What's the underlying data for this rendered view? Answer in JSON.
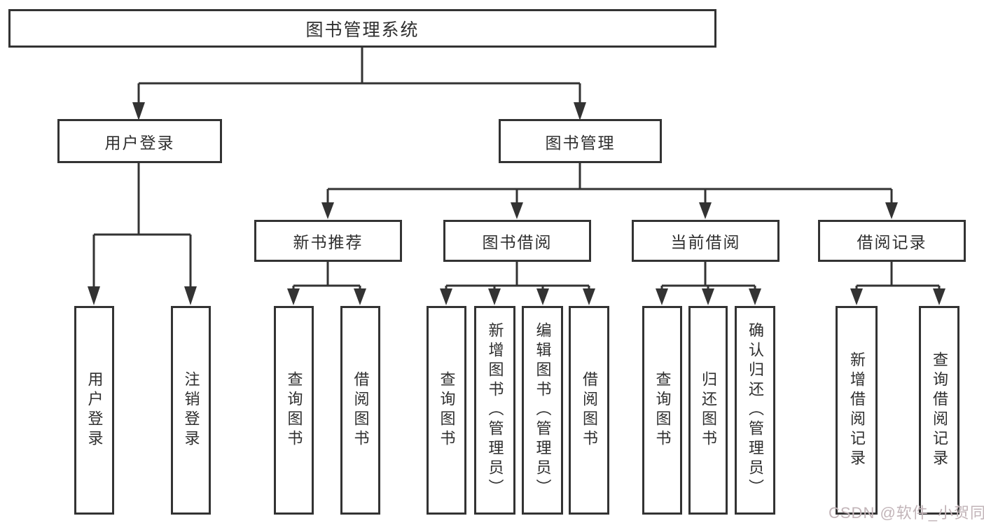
{
  "diagram": {
    "title": "图书管理系统",
    "level2": [
      {
        "label": "用户登录",
        "children": [
          "用户登录",
          "注销登录"
        ]
      },
      {
        "label": "图书管理",
        "groups": [
          {
            "label": "新书推荐",
            "children": [
              "查询图书",
              "借阅图书"
            ]
          },
          {
            "label": "图书借阅",
            "children": [
              "查询图书",
              "新增图书（管理员）",
              "编辑图书（管理员）",
              "借阅图书"
            ]
          },
          {
            "label": "当前借阅",
            "children": [
              "查询图书",
              "归还图书",
              "确认归还（管理员）"
            ]
          },
          {
            "label": "借阅记录",
            "children": [
              "新增借阅记录",
              "查询借阅记录"
            ]
          }
        ]
      }
    ]
  },
  "watermark": {
    "text": "CSDN @软件_小贺同学",
    "color": "#c2b4b8"
  },
  "colors": {
    "line": "#333333",
    "text": "#2f2f2f",
    "background": "#ffffff"
  }
}
